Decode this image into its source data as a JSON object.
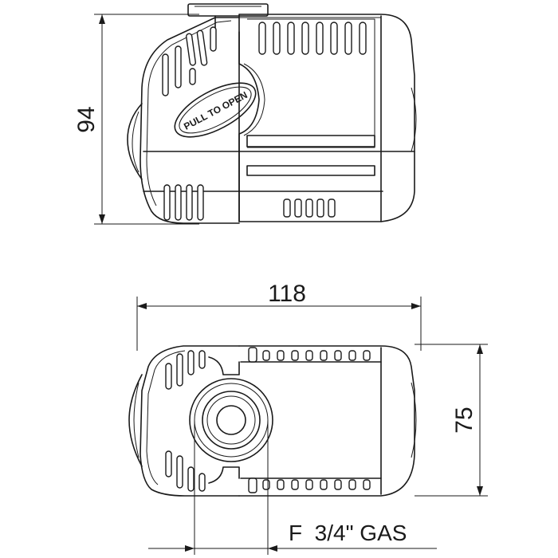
{
  "diagram": {
    "dimensions": {
      "height": "94",
      "length": "118",
      "width": "75",
      "outlet": "F  3/4\" GAS"
    },
    "label": {
      "pull_to_open": "PULL TO OPEN"
    },
    "colors": {
      "line": "#1a1a1a",
      "background": "#ffffff"
    }
  }
}
